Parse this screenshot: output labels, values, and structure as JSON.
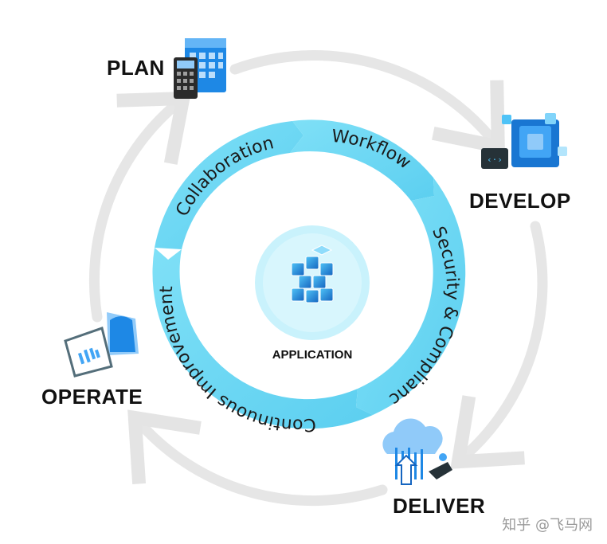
{
  "stages": {
    "plan": "PLAN",
    "develop": "DEVELOP",
    "deliver": "DELIVER",
    "operate": "OPERATE"
  },
  "center": {
    "label": "APPLICATION"
  },
  "ring_segments": {
    "collaboration": "Collaboration",
    "workflow": "Workflow",
    "security": "Security & Compliance",
    "improvement": "Continuous Improvement"
  },
  "icons": {
    "plan": "calculator-calendar-icon",
    "develop": "code-cubes-icon",
    "deliver": "cloud-upload-rocket-icon",
    "operate": "monitor-chart-icon",
    "center": "application-cubes-icon"
  },
  "colors": {
    "ring": "#6fd8f4",
    "cycle": "#e6e6e6",
    "center_fill": "#c8f2fc",
    "icon_blue": "#1e88e5",
    "icon_light": "#4fc3f7"
  },
  "watermark": "知乎 @飞马网"
}
